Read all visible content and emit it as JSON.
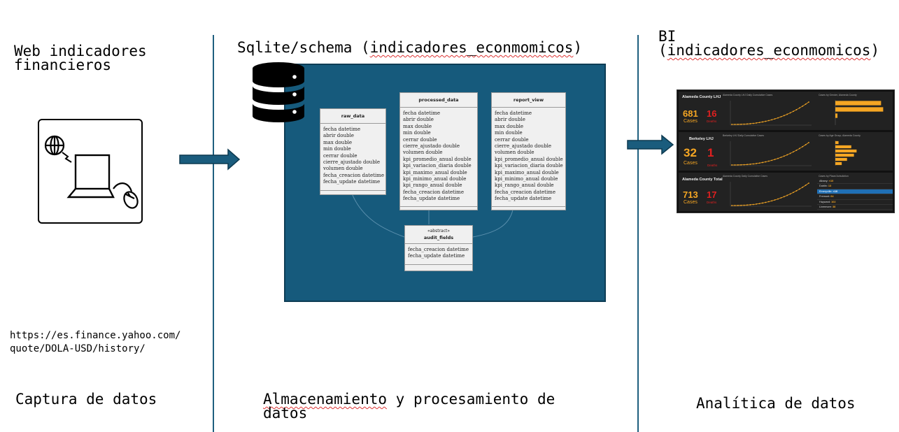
{
  "columns": [
    {
      "title_line1": "Web indicadores",
      "title_line2": "financieros",
      "url_line1": "https://es.finance.yahoo.com/",
      "url_line2": "quote/DOLA-USD/history/",
      "footer": "Captura de datos",
      "icons": [
        "globe-icon",
        "laptop-icon",
        "mouse-icon"
      ]
    },
    {
      "title_prefix": "Sqlite/schema (",
      "title_mid": "indicadores_econmomicos",
      "title_suffix": ")",
      "footer_word1": "Almacenamiento",
      "footer_rest": " y procesamiento de",
      "footer_line2": "datos",
      "icons": [
        "database-icon"
      ]
    },
    {
      "title_line1": "BI",
      "title_line2_prefix": "(",
      "title_line2_mid": "indicadores_econmomicos",
      "title_line2_suffix": ")",
      "footer": "Analítica de datos"
    }
  ],
  "schema": {
    "tables": [
      {
        "name": "raw_data",
        "fields": [
          "fecha datetime",
          "abrir double",
          "max double",
          "min double",
          "cerrar double",
          "cierre_ajustado double",
          "volumen double",
          "fecha_creacion datetime",
          "fecha_update datetime"
        ]
      },
      {
        "name": "processed_data",
        "fields": [
          "fecha datetime",
          "abrir double",
          "max double",
          "min double",
          "cerrar double",
          "cierre_ajustado double",
          "volumen double",
          "kpi_promedio_anual double",
          "kpi_variacion_diaria double",
          "kpi_maximo_anual double",
          "kpi_minimo_anual double",
          "kpi_rango_anual double",
          "fecha_creacion datetime",
          "fecha_update datetime"
        ]
      },
      {
        "name": "report_view",
        "fields": [
          "fecha datetime",
          "abrir double",
          "max double",
          "min double",
          "cerrar double",
          "cierre_ajustado double",
          "volumen double",
          "kpi_promedio_anual double",
          "kpi_variacion_diaria double",
          "kpi_maximo_anual double",
          "kpi_minimo_anual double",
          "kpi_rango_anual double",
          "fecha_creacion datetime",
          "fecha_update datetime"
        ]
      },
      {
        "stereotype": "«abstract»",
        "name": "audit_fields",
        "fields": [
          "fecha_creacion datetime",
          "fecha_update datetime"
        ]
      }
    ]
  },
  "dashboard": {
    "rows": [
      {
        "city": "Alameda County LHJ",
        "cases": "681",
        "cases_label": "Cases",
        "deaths": "16",
        "deaths_label": "Deaths",
        "chart1_title": "Alameda County LHJ Daily Cumulative Cases",
        "chart2_title": "Cases by Gender, Alameda County",
        "bar_values": [
          0.86,
          0.9,
          0.04,
          0.0
        ]
      },
      {
        "city": "Berkeley LHJ",
        "cases": "32",
        "cases_label": "Cases",
        "deaths": "1",
        "deaths_label": "Deaths",
        "chart1_title": "Berkeley LHJ Daily Cumulative Cases",
        "chart2_title": "Cases by Age Group, Alameda County",
        "bar_values": [
          0.06,
          0.3,
          0.4,
          0.35,
          0.22,
          0.12
        ]
      },
      {
        "city": "Alameda County Total",
        "cases": "713",
        "cases_label": "Cases",
        "deaths": "17",
        "deaths_label": "Deaths",
        "chart1_title": "Alameda County Daily Cumulative Cases",
        "chart2_title": "Cases by Place/Jurisdiction",
        "list": [
          {
            "name": "Albany:",
            "value": "<10"
          },
          {
            "name": "Dublin:",
            "value": "13"
          },
          {
            "name": "Emeryville:",
            "value": "<10",
            "selected": true
          },
          {
            "name": "Fremont:",
            "value": "64"
          },
          {
            "name": "Hayward:",
            "value": "102"
          },
          {
            "name": "Livermore:",
            "value": "38"
          }
        ]
      }
    ],
    "colors": {
      "accent": "#f5a623",
      "deaths": "#e02020",
      "background": "#111111",
      "selected": "#1f6fb5"
    }
  },
  "colors": {
    "panel": "#165a7c",
    "arrow": "#1a5c7d",
    "divider": "#1f5f7f"
  }
}
